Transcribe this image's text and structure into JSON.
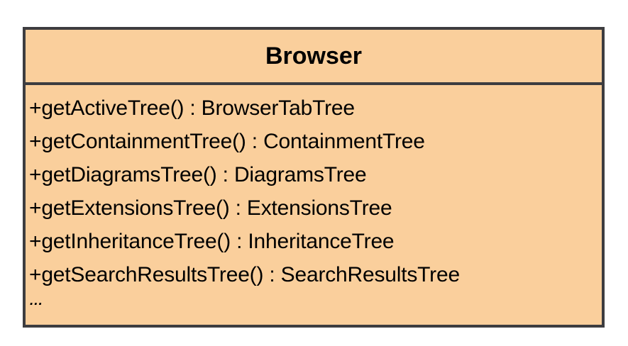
{
  "diagram": {
    "type": "uml-class-diagram",
    "classes": [
      {
        "name": "Browser",
        "fill_color": "#facf9c",
        "border_color": "#3d3d40",
        "text_color": "#000000",
        "attributes": [],
        "operations": [
          "+getActiveTree() : BrowserTabTree",
          "+getContainmentTree() : ContainmentTree",
          "+getDiagramsTree() : DiagramsTree",
          "+getExtensionsTree() : ExtensionsTree",
          "+getInheritanceTree() : InheritanceTree",
          "+getSearchResultsTree() : SearchResultsTree"
        ],
        "continuation": "..."
      }
    ]
  }
}
